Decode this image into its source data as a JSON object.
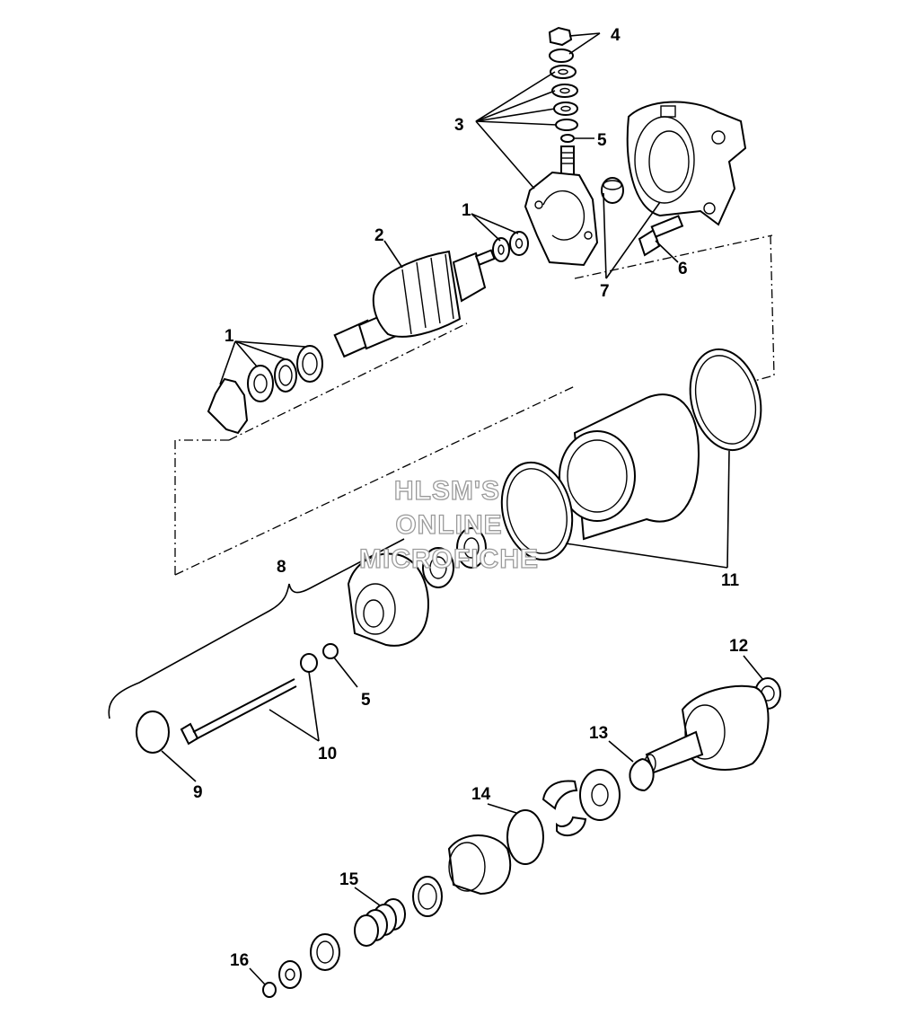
{
  "callouts": {
    "c4": "4",
    "c3": "3",
    "c5a": "5",
    "c1a": "1",
    "c2": "2",
    "c7": "7",
    "c6": "6",
    "c1b": "1",
    "c8": "8",
    "c11": "11",
    "c5b": "5",
    "c10": "10",
    "c9": "9",
    "c12": "12",
    "c13": "13",
    "c14": "14",
    "c15": "15",
    "c16": "16"
  },
  "watermark": {
    "line1": "HLSM'S",
    "line2": "ONLINE",
    "line3": "MICROFICHE"
  }
}
